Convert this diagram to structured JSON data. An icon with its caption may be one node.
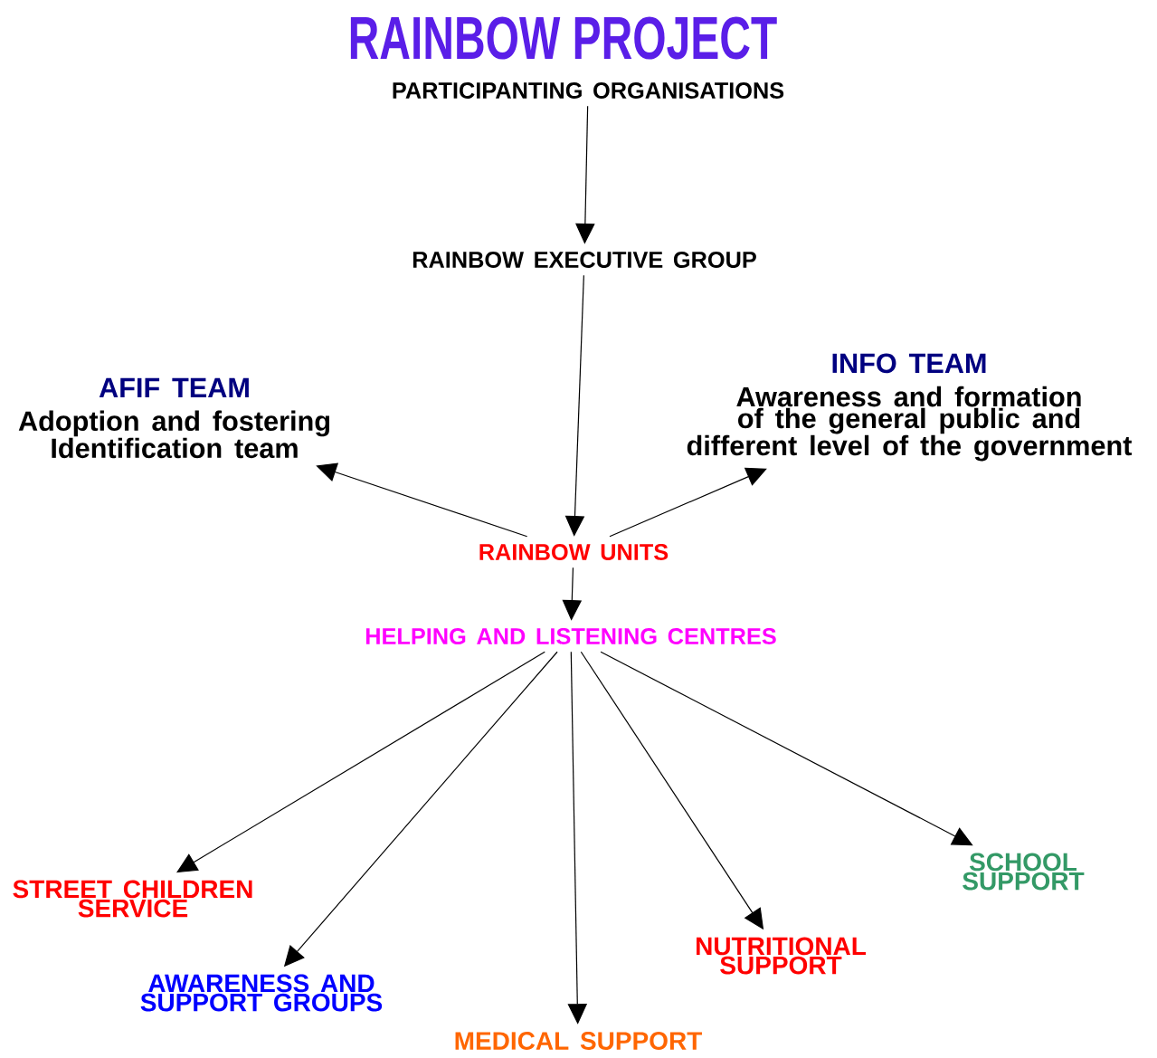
{
  "diagram": {
    "title": "RAINBOW PROJECT",
    "nodes": [
      {
        "text": [
          "PARTICIPANTING ORGANISATIONS"
        ]
      },
      {
        "text": [
          "RAINBOW EXECUTIVE GROUP"
        ]
      },
      {
        "text": [
          "AFIF TEAM",
          "Adoption and fostering Identification team"
        ]
      },
      {
        "text": [
          "INFO TEAM",
          "Awareness and formation of the general public and different level of the government"
        ]
      },
      {
        "text": [
          "RAINBOW UNITS"
        ]
      },
      {
        "text": [
          "HELPING AND LISTENING CENTRES"
        ]
      },
      {
        "text": [
          "STREET CHILDREN SERVICE"
        ]
      },
      {
        "text": [
          "AWARENESS AND SUPPORT GROUPS"
        ]
      },
      {
        "text": [
          "MEDICAL SUPPORT"
        ]
      },
      {
        "text": [
          "NUTRITIONAL SUPPORT"
        ]
      },
      {
        "text": [
          "SCHOOL SUPPORT"
        ]
      }
    ],
    "edges": [
      {
        "from": 0,
        "to": 1,
        "arrow": "to"
      },
      {
        "from": 1,
        "to": 4,
        "arrow": "to"
      },
      {
        "from": 4,
        "to": 2,
        "arrow": "to"
      },
      {
        "from": 4,
        "to": 3,
        "arrow": "to"
      },
      {
        "from": 4,
        "to": 5,
        "arrow": "to"
      },
      {
        "from": 5,
        "to": 6,
        "arrow": "to"
      },
      {
        "from": 5,
        "to": 7,
        "arrow": "to"
      },
      {
        "from": 5,
        "to": 8,
        "arrow": "to"
      },
      {
        "from": 5,
        "to": 9,
        "arrow": "to"
      },
      {
        "from": 5,
        "to": 10,
        "arrow": "to"
      }
    ]
  }
}
